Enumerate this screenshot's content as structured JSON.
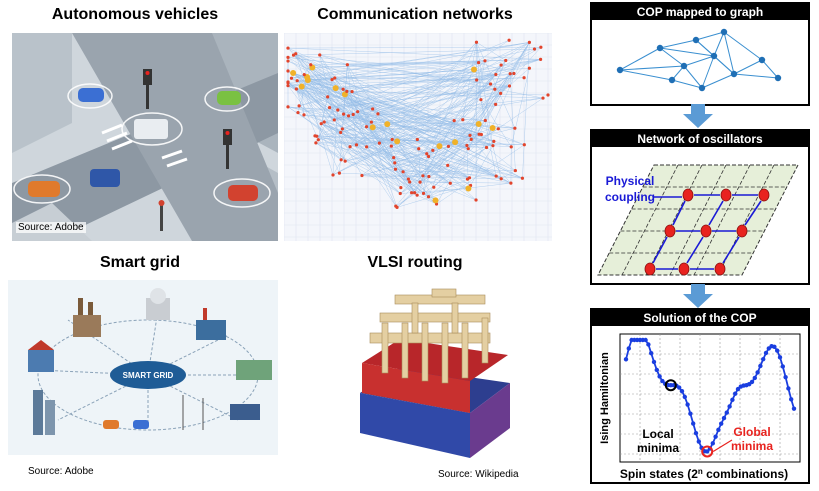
{
  "panels": {
    "autonomous": {
      "title": "Autonomous vehicles",
      "source": "Source: Adobe"
    },
    "communication": {
      "title": "Communication networks"
    },
    "smartgrid": {
      "title": "Smart grid",
      "source": "Source: Adobe",
      "center_label": "SMART GRID"
    },
    "vlsi": {
      "title": "VLSI routing",
      "source": "Source: Wikipedia"
    }
  },
  "flow": {
    "box1": {
      "title": "COP mapped to graph"
    },
    "box2": {
      "title": "Network of oscillators",
      "coupling_label_1": "Physical",
      "coupling_label_2": "coupling"
    },
    "box3": {
      "title": "Solution of the COP",
      "ylabel": "Ising Hamiltonian",
      "xlabel": "Spin states (2",
      "xlabel_sup": "n",
      "xlabel_tail": " combinations)",
      "local_label_1": "Local",
      "local_label_2": "minima",
      "global_label_1": "Global",
      "global_label_2": "minima"
    }
  },
  "colors": {
    "arrow": "#5b9bd5",
    "graph_node": "#1f6fb5",
    "graph_edge": "#3a8fd0",
    "oscillator": "#e8231f",
    "coupling": "#1a1ad6",
    "global": "#e8231f",
    "curve": "#1a3ee0"
  }
}
